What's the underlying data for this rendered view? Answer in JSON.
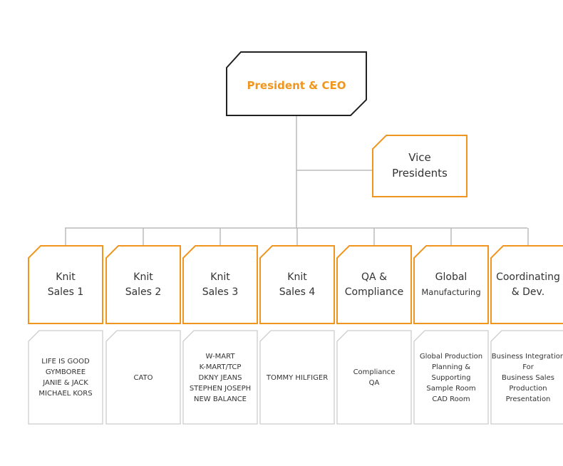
{
  "ceo": {
    "label": "President & CEO"
  },
  "vp": {
    "line1": "Vice",
    "line2": "Presidents"
  },
  "departments": [
    {
      "line1": "Knit",
      "line2": "Sales 1",
      "small2": false,
      "items": [
        "LIFE IS GOOD",
        "GYMBOREE",
        "JANIE & JACK",
        "MICHAEL KORS"
      ]
    },
    {
      "line1": "Knit",
      "line2": "Sales 2",
      "small2": false,
      "items": [
        "CATO"
      ]
    },
    {
      "line1": "Knit",
      "line2": "Sales 3",
      "small2": false,
      "items": [
        "W-MART",
        "K-MART/TCP",
        "DKNY JEANS",
        "STEPHEN JOSEPH",
        "NEW BALANCE"
      ]
    },
    {
      "line1": "Knit",
      "line2": "Sales 4",
      "small2": false,
      "items": [
        "TOMMY HILFIGER"
      ]
    },
    {
      "line1": "QA &",
      "line2": "Compliance",
      "small2": false,
      "items": [
        "Compliance",
        "QA"
      ]
    },
    {
      "line1": "Global",
      "line2": "Manufacturing",
      "small2": true,
      "items": [
        "Global Production",
        "Planning &",
        "Supporting",
        "Sample Room",
        "CAD Room"
      ]
    },
    {
      "line1": "Coordinating",
      "line2": "& Dev.",
      "small2": false,
      "items": [
        "Business Integration",
        "For",
        "Business Sales",
        "Production",
        "Presentation"
      ]
    }
  ],
  "colors": {
    "accent": "#f0961e",
    "ceo_border": "#222222",
    "line": "#bbbbbb",
    "sub_border": "#cccccc",
    "text": "#333333"
  }
}
